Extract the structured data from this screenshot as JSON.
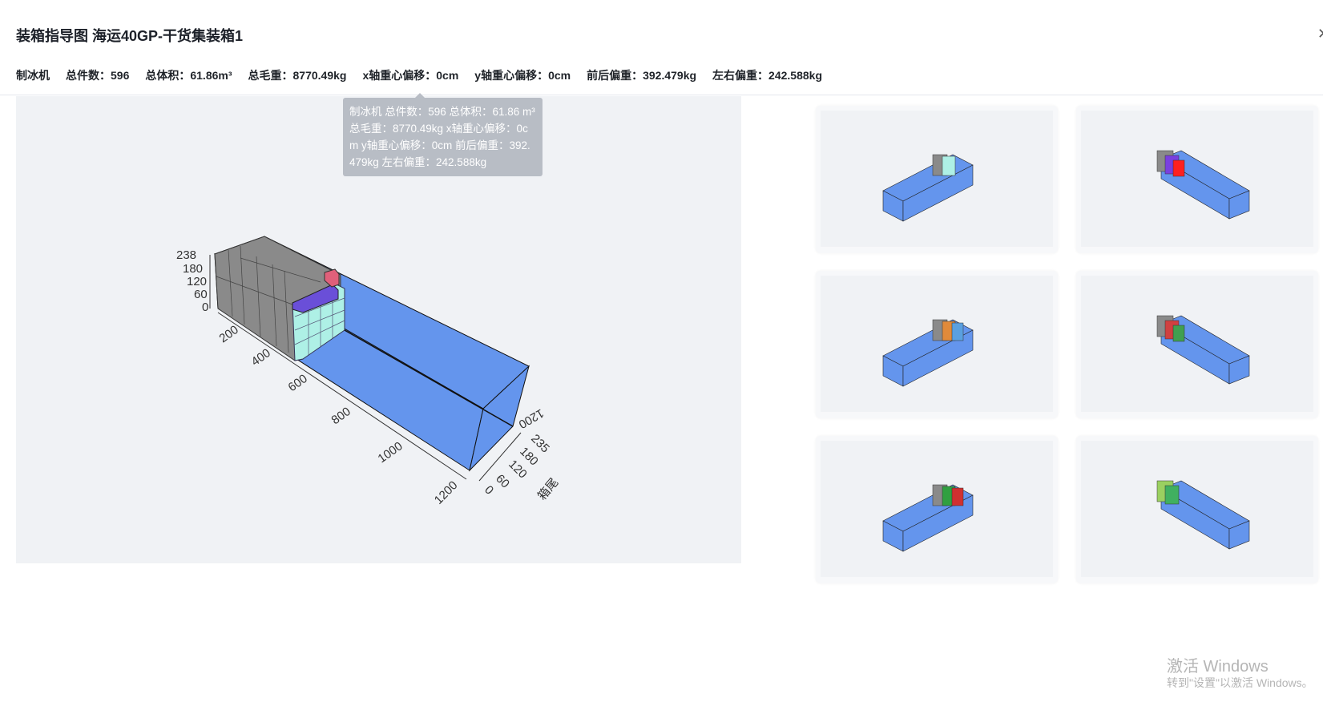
{
  "header": {
    "title": "装箱指导图 海运40GP-干货集装箱1",
    "close_icon": "close-icon"
  },
  "info": {
    "product": "制冰机",
    "total_count": "总件数：596",
    "total_volume": "总体积：61.86m³",
    "total_weight": "总毛重：8770.49kg",
    "x_offset": "x轴重心偏移：0cm",
    "y_offset": "y轴重心偏移：0cm",
    "front_back": "前后偏重：392.479kg",
    "left_right": "左右偏重：242.588kg"
  },
  "tooltip": "制冰机 总件数：596 总体积：61.86 m³ 总毛重：8770.49kg x轴重心偏移：0cm y轴重心偏移：0cm 前后偏重：392.479kg 左右偏重：242.588kg",
  "chart": {
    "height_ticks": [
      "238",
      "180",
      "120",
      "60",
      "0"
    ],
    "length_ticks": [
      "200",
      "400",
      "600",
      "800",
      "1000",
      "1200"
    ],
    "width_ticks": [
      "0",
      "60",
      "120",
      "180",
      "235"
    ],
    "far_tick": "1200",
    "width_label": "箱尾",
    "container_color": "#6495ED",
    "cargo_colors": {
      "gray": "#8a8a8a",
      "cyan": "#aef0e6",
      "purple": "#6a4fd8",
      "pink": "#e0607a"
    }
  },
  "thumbnails": [
    {
      "view": "left",
      "cargo": [
        "#8a8a8a",
        "#aef0e6"
      ]
    },
    {
      "view": "right",
      "cargo": [
        "#8a8a8a",
        "#7a3fe0",
        "#ff2020"
      ]
    },
    {
      "view": "left",
      "cargo": [
        "#8a8a8a",
        "#e08a3a",
        "#5aa0e0"
      ]
    },
    {
      "view": "right",
      "cargo": [
        "#8a8a8a",
        "#d04040",
        "#40a050"
      ]
    },
    {
      "view": "left",
      "cargo": [
        "#8a8a8a",
        "#30a040",
        "#d03030"
      ]
    },
    {
      "view": "right",
      "cargo": [
        "#9ad060",
        "#40b060"
      ]
    }
  ],
  "watermark": {
    "line1": "激活 Windows",
    "line2": "转到\"设置\"以激活 Windows。"
  }
}
